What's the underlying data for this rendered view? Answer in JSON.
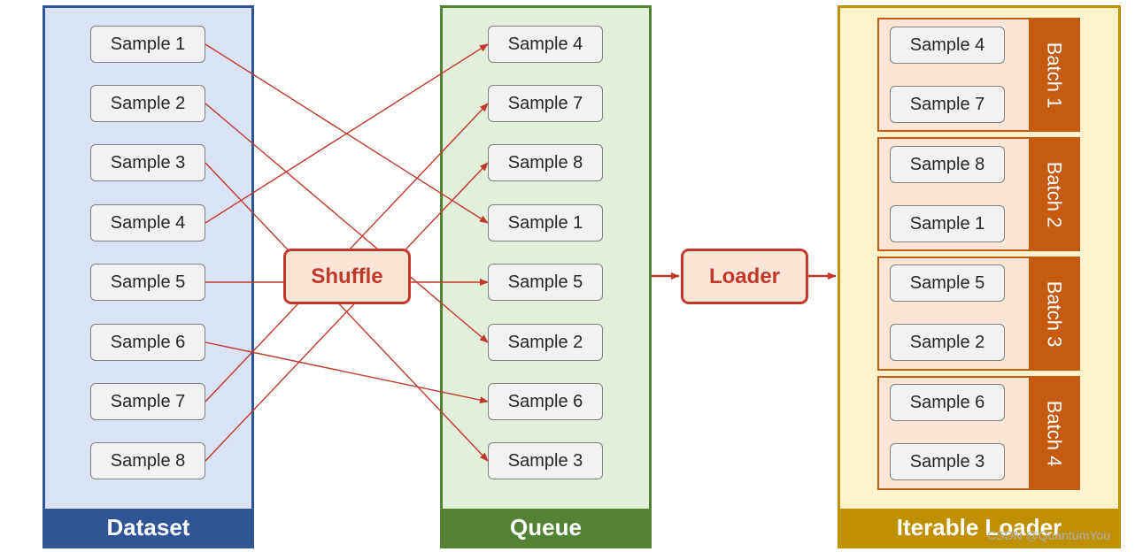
{
  "panels": {
    "dataset_label": "Dataset",
    "queue_label": "Queue",
    "iterable_label": "Iterable Loader"
  },
  "dataset": [
    "Sample 1",
    "Sample 2",
    "Sample 3",
    "Sample 4",
    "Sample 5",
    "Sample 6",
    "Sample 7",
    "Sample 8"
  ],
  "queue": [
    "Sample 4",
    "Sample 7",
    "Sample 8",
    "Sample 1",
    "Sample 5",
    "Sample 2",
    "Sample 6",
    "Sample 3"
  ],
  "processes": {
    "shuffle": "Shuffle",
    "loader": "Loader"
  },
  "batches": [
    {
      "label": "Batch 1",
      "samples": [
        "Sample 4",
        "Sample 7"
      ]
    },
    {
      "label": "Batch 2",
      "samples": [
        "Sample 8",
        "Sample 1"
      ]
    },
    {
      "label": "Batch 3",
      "samples": [
        "Sample 5",
        "Sample 2"
      ]
    },
    {
      "label": "Batch 4",
      "samples": [
        "Sample 6",
        "Sample 3"
      ]
    }
  ],
  "watermark": "CSDN @QuantumYou",
  "colors": {
    "dataset": "#2f5597",
    "dataset_bg": "#dae3f3",
    "queue": "#548235",
    "queue_bg": "#e2efda",
    "iterable": "#bf9000",
    "iterable_bg": "#fff2cc",
    "batch": "#c55a11",
    "batch_bg": "#fbe5d6",
    "arrow": "#c0392b"
  }
}
